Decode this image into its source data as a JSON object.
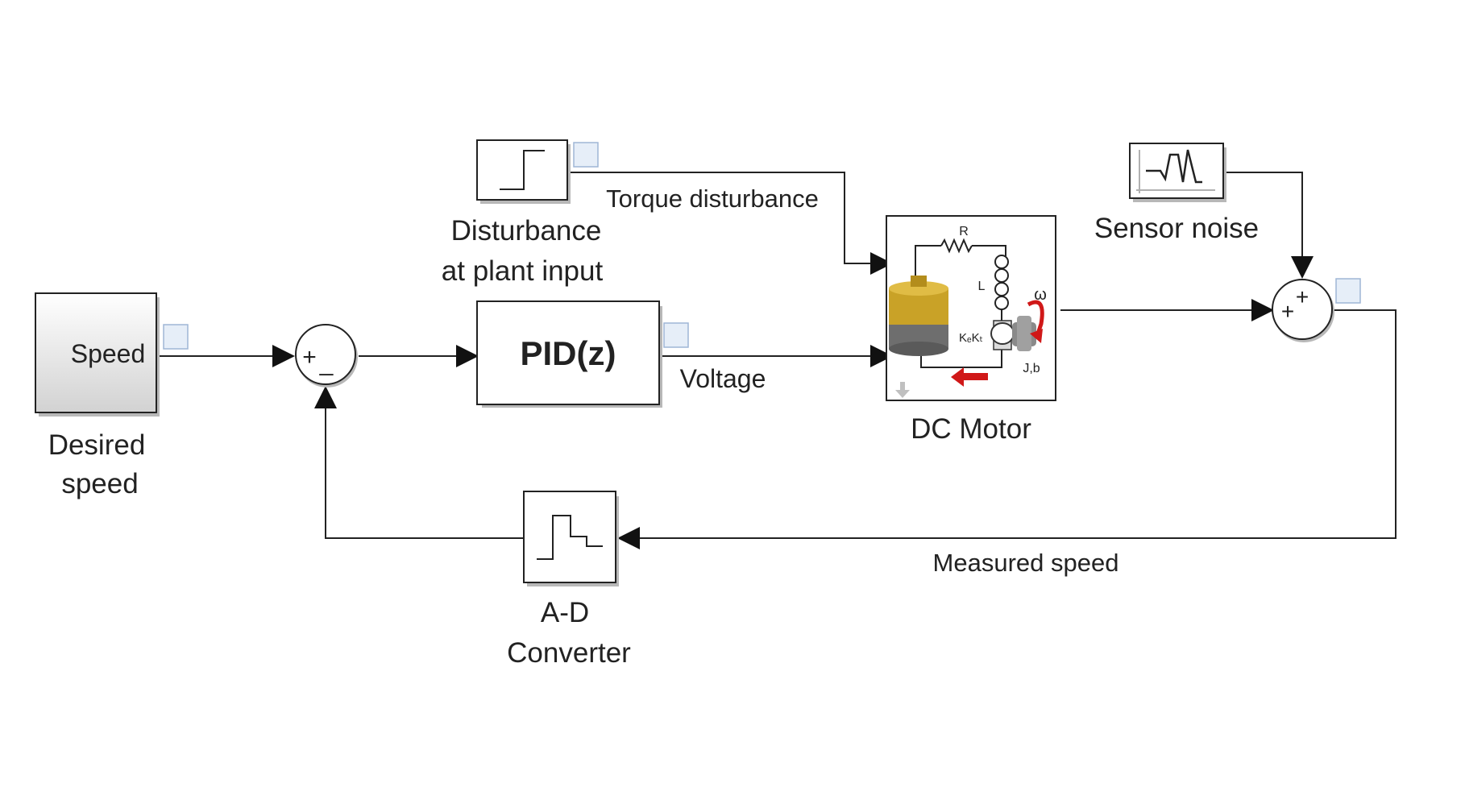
{
  "blocks": {
    "speed_source": {
      "inner_label": "Speed",
      "caption_line1": "Desired",
      "caption_line2": "speed"
    },
    "sum_error": {
      "plus": "+",
      "minus": "_"
    },
    "pid": {
      "label": "PID(z)"
    },
    "disturbance": {
      "caption_line1": "Disturbance",
      "caption_line2": "at plant input"
    },
    "dc_motor": {
      "caption": "DC Motor",
      "label_R": "R",
      "label_L": "L",
      "label_omega": "ω",
      "label_KeKt": "KₑKₜ",
      "label_Jb": "J,b"
    },
    "sensor_noise": {
      "caption": "Sensor noise"
    },
    "sum_noise": {
      "plus_top": "+",
      "plus_left": "+"
    },
    "ad_converter": {
      "caption_line1": "A-D",
      "caption_line2": "Converter"
    }
  },
  "signals": {
    "torque": "Torque disturbance",
    "voltage": "Voltage",
    "measured": "Measured speed"
  },
  "colors": {
    "motor_gold": "#c9a227",
    "motor_gray": "#6e6e6e",
    "current_arrow": "#d01818",
    "speed_arrow": "#d01818"
  }
}
